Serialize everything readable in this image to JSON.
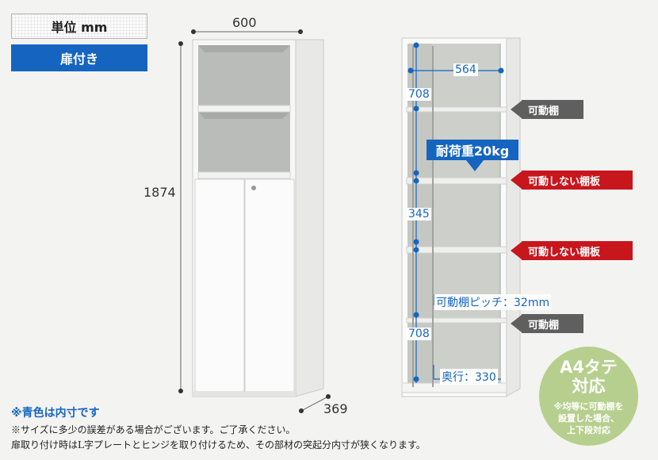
{
  "tags": {
    "unit": "単位 mm",
    "door": "扉付き"
  },
  "dimensions": {
    "width": "600",
    "height": "1874",
    "depth": "369"
  },
  "inner": {
    "width": "564",
    "top_space": "708",
    "middle_space": "345",
    "bottom_space": "708",
    "load": "耐荷重20kg",
    "pitch": "可動棚ピッチ：32mm",
    "depth": "奥行：330"
  },
  "callouts": {
    "movable_top": "可動棚",
    "fixed_1": "可動しない棚板",
    "fixed_2": "可動しない棚板",
    "movable_bottom": "可動棚"
  },
  "colors": {
    "blue": "#1565c0",
    "red": "#c8161d",
    "gray": "#5f5f5f",
    "green": "#b7cf8e"
  },
  "badge": {
    "title_1": "A4タテ",
    "title_2": "対応",
    "note_1": "※均等に可動棚を",
    "note_2": "設置した場合、",
    "note_3": "上下段対応"
  },
  "notes": {
    "blue": "※青色は内寸です",
    "line1": "※サイズに多少の誤差がある場合がございます。ご了承ください。",
    "line2": "扉取り付け時はL字プレートとヒンジを取り付けるため、その部材の突起分内寸が狭くなります。"
  }
}
